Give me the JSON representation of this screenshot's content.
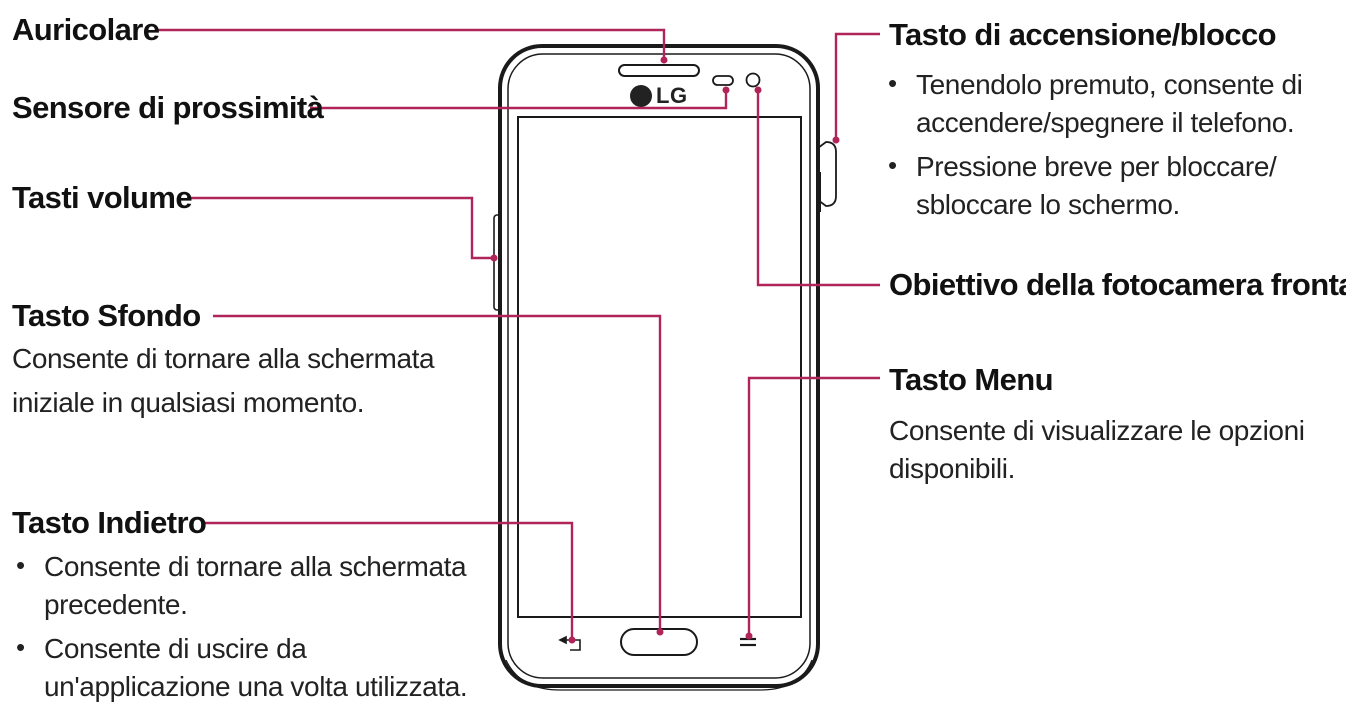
{
  "brand": {
    "logo_text": "LG"
  },
  "accent": "#b0245a",
  "labels": {
    "earpiece": {
      "title": "Auricolare"
    },
    "proximity": {
      "title": "Sensore di prossimità"
    },
    "volume": {
      "title": "Tasti volume"
    },
    "home": {
      "title": "Tasto Sfondo",
      "desc": [
        "Consente di tornare alla schermata",
        "iniziale in qualsiasi momento."
      ]
    },
    "back": {
      "title": "Tasto Indietro",
      "bullets": [
        [
          "Consente di tornare alla schermata",
          "precedente."
        ],
        [
          "Consente di uscire da",
          "un'applicazione una volta utilizzata."
        ]
      ]
    },
    "power": {
      "title": "Tasto di accensione/blocco",
      "bullets": [
        [
          "Tenendolo premuto, consente di",
          "accendere/spegnere il telefono."
        ],
        [
          "Pressione breve per bloccare/",
          "sbloccare lo schermo."
        ]
      ]
    },
    "camera": {
      "title": "Obiettivo della fotocamera frontale"
    },
    "menu": {
      "title": "Tasto Menu",
      "desc": [
        "Consente di visualizzare le opzioni",
        "disponibili."
      ]
    }
  }
}
